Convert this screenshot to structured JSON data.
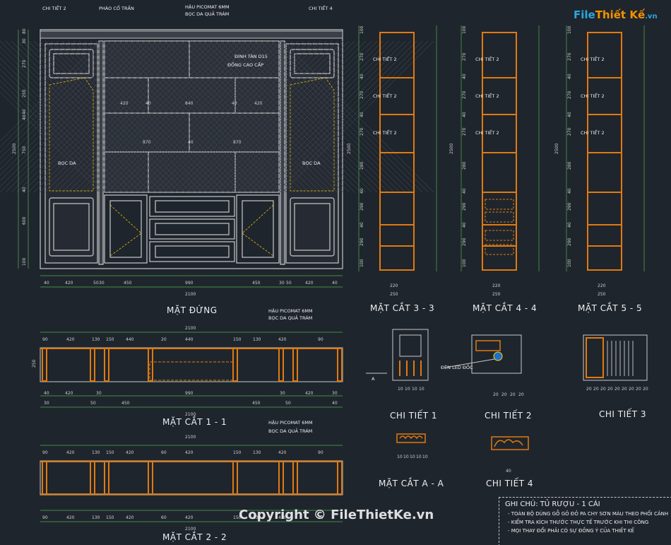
{
  "logo": {
    "part1": "File",
    "part2": "Thiết Kế",
    "part3": ".vn"
  },
  "watermark": "Copyright © FileThietKe.vn",
  "front": {
    "title": "MẶT ĐỨNG",
    "labels": {
      "chitiet2": "CHI TIẾT 2",
      "phao": "PHÀO CỔ TRẦN",
      "hau": "HẬU PICOMAT 6MM",
      "bocda": "BỌC DA QUẢ TRÁM",
      "chitiet4": "CHI TIẾT 4",
      "dinh": "ĐINH TÁN D15",
      "dong": "ĐỒNG CAO CẤP",
      "bocda_l": "BỌC DA",
      "bocda_r": "BỌC DA"
    },
    "bottom_dims": [
      "40",
      "420",
      "50",
      "30",
      "450",
      "990",
      "450",
      "30",
      "50",
      "420",
      "40"
    ],
    "total": "2100",
    "left_dims": [
      "80",
      "30",
      "270",
      "40",
      "250",
      "40",
      "750",
      "40",
      "600",
      "100"
    ],
    "height": "2500",
    "inner": {
      "a": "420",
      "b": "40",
      "c": "840",
      "d": "40",
      "e": "420",
      "f": "870",
      "g": "40",
      "h": "870"
    }
  },
  "sections": [
    {
      "title": "MẶT CẮT 3 - 3",
      "dims": [
        "220",
        "250"
      ],
      "label": "CHI TIẾT 2"
    },
    {
      "title": "MẶT CẮT 4 - 4",
      "dims": [
        "220",
        "250"
      ],
      "label": "CHI TIẾT 2"
    },
    {
      "title": "MẶT CẮT 5 - 5",
      "dims": [
        "220",
        "250"
      ],
      "label": "CHI TIẾT 2"
    }
  ],
  "section_side_dims": [
    "100",
    "270",
    "40",
    "270",
    "40",
    "270",
    "280",
    "40",
    "290",
    "40",
    "290",
    "100"
  ],
  "section_height": "2500",
  "cut1": {
    "title": "MẶT CẮT 1 - 1",
    "top_dims": [
      "90",
      "420",
      "130",
      "150",
      "440",
      "20",
      "440",
      "150",
      "130",
      "420",
      "90"
    ],
    "total": "2100",
    "bottom_dims": [
      "40",
      "30",
      "420",
      "50",
      "30",
      "450",
      "990",
      "450",
      "30",
      "50",
      "420",
      "40",
      "30"
    ],
    "height": "250",
    "labels": {
      "hau": "HẬU PICOMAT 6MM",
      "bocda": "BỌC DA QUẢ TRÁM"
    }
  },
  "cut2": {
    "title": "MẶT CẮT 2 - 2",
    "top_dims": [
      "90",
      "420",
      "130",
      "150",
      "420",
      "60",
      "420",
      "150",
      "130",
      "420",
      "90"
    ],
    "total": "2100",
    "bottom_dims": [
      "90",
      "420",
      "130",
      "150",
      "420",
      "60",
      "420",
      "150",
      "130",
      "420",
      "90"
    ],
    "labels": {
      "hau": "HẬU PICOMAT 6MM",
      "bocda": "BỌC DA QUẢ TRÁM"
    }
  },
  "details": [
    {
      "title": "CHI TIẾT 1",
      "dims": [
        "10",
        "10",
        "10",
        "10"
      ]
    },
    {
      "title": "CHI TIẾT 2",
      "label": "ĐÈN LED ĐỐC",
      "dims": [
        "20",
        "20",
        "20",
        "20"
      ]
    },
    {
      "title": "CHI TIẾT 3",
      "dims": [
        "20",
        "20",
        "20",
        "20",
        "20",
        "20",
        "20",
        "20",
        "20"
      ]
    }
  ],
  "cutA": {
    "title": "MẶT CẮT A - A",
    "dims": [
      "10",
      "10",
      "10",
      "10",
      "10"
    ],
    "letter": "A"
  },
  "detail4": {
    "title": "CHI TIẾT 4",
    "dims": [
      "40"
    ]
  },
  "notes": {
    "heading": "GHI CHÚ: TỦ RƯỢU - 1 CÁI",
    "rows": [
      "- TOÀN BỘ DÙNG GỖ GÕ ĐỎ PA CHY SƠN MÀU THEO PHỐI CẢNH",
      "- KIỂM TRA KÍCH THƯỚC THỰC TẾ TRƯỚC KHI THI CÔNG",
      "- MỌI THAY ĐỔI PHẢI CÓ SỰ ĐỒNG Ý CỦA THIẾT KẾ"
    ]
  },
  "colors": {
    "bg": "#1f252d",
    "line": "#c9c9c9",
    "wood": "#e07a10",
    "dim": "#4fb04f",
    "glass": "#2a2f38",
    "accent": "#ffd400"
  }
}
